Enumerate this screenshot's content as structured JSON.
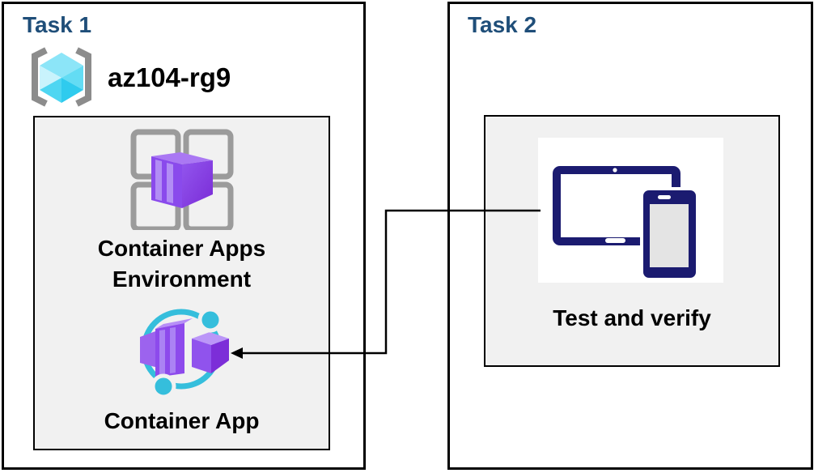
{
  "task1": {
    "title": "Task 1",
    "resource_group": {
      "icon": "resource-group-icon",
      "name": "az104-rg9"
    },
    "environment_panel": {
      "container_apps_environment": {
        "icon": "container-apps-environment-icon",
        "label_lines": [
          "Container Apps",
          "Environment"
        ]
      },
      "container_app": {
        "icon": "container-app-icon",
        "label": "Container App"
      }
    }
  },
  "task2": {
    "title": "Task 2",
    "verify_panel": {
      "test_and_verify": {
        "icon": "tablet-and-phone-icon",
        "label": "Test and verify"
      }
    }
  },
  "connector": {
    "from": "Test and verify",
    "to": "Container App",
    "shape": "elbow",
    "arrow_direction": "left"
  },
  "colors": {
    "title_navy": "#1f4e79",
    "panel_gray": "#f1f1f1",
    "outline_black": "#000000",
    "container_purple_dark": "#7a2bd6",
    "container_purple": "#8d4aec",
    "container_purple_light": "#aa78f3",
    "container_app_cyan": "#35bedc",
    "device_navy": "#1b1b70",
    "device_screen_gray": "#e4e4e4",
    "rg_cube_cyan": "#55d9f3",
    "bracket_gray": "#8c8c8c",
    "grid_gray": "#9b9b9b"
  }
}
